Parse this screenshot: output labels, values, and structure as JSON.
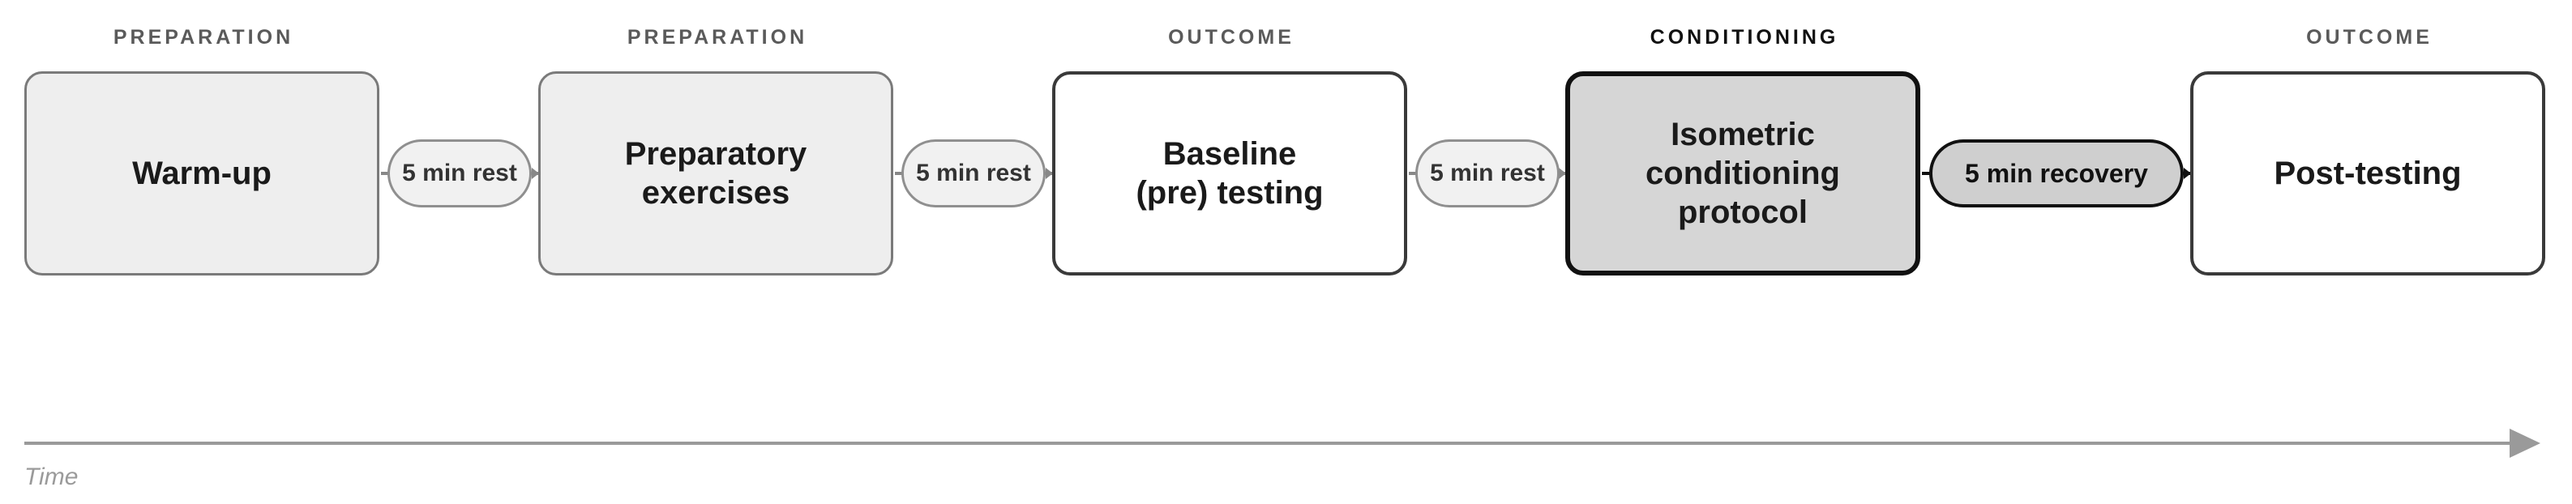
{
  "stages": [
    {
      "phase": "PREPARATION",
      "label": "Warm-up",
      "style": "prep"
    },
    {
      "phase": "PREPARATION",
      "label": "Preparatory\nexercises",
      "style": "prep"
    },
    {
      "phase": "OUTCOME",
      "label": "Baseline\n(pre) testing",
      "style": "outcome"
    },
    {
      "phase": "CONDITIONING",
      "label": "Isometric\nconditioning\nprotocol",
      "style": "cond"
    },
    {
      "phase": "OUTCOME",
      "label": "Post-testing",
      "style": "outcome"
    }
  ],
  "intervals": [
    {
      "label": "5 min rest",
      "style": "rest"
    },
    {
      "label": "5 min rest",
      "style": "rest"
    },
    {
      "label": "5 min rest",
      "style": "rest"
    },
    {
      "label": "5 min recovery",
      "style": "recovery"
    }
  ],
  "axis": {
    "label": "Time"
  },
  "colors": {
    "prep_fill": "#eeeeee",
    "conditioning_fill": "#d6d6d6",
    "outcome_fill": "#ffffff",
    "axis": "#9a9a9a"
  }
}
